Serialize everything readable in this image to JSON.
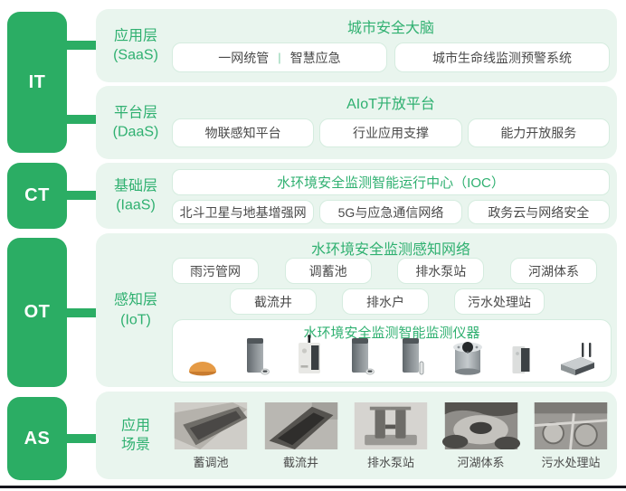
{
  "colors": {
    "accent_green": "#2bad64",
    "title_green": "#2fb070",
    "panel_bg": "#e9f5ee",
    "chip_border": "#d5ecdf",
    "chip_text": "#4a4a4a",
    "device_orange": "#e59a45"
  },
  "pillars": [
    {
      "label": "IT"
    },
    {
      "label": "CT"
    },
    {
      "label": "OT"
    },
    {
      "label": "AS"
    }
  ],
  "rows": {
    "app": {
      "layer": "应用层",
      "sub": "(SaaS)",
      "title": "城市安全大脑",
      "btn1_left": "一网统管",
      "divider": "|",
      "btn1_right": "智慧应急",
      "btn2": "城市生命线监测预警系统"
    },
    "platform": {
      "layer": "平台层",
      "sub": "(DaaS)",
      "title": "AIoT开放平台",
      "buttons": [
        "物联感知平台",
        "行业应用支撑",
        "能力开放服务"
      ]
    },
    "base": {
      "layer": "基础层",
      "sub": "(IaaS)",
      "title": "水环境安全监测智能运行中心（IOC）",
      "buttons": [
        "北斗卫星与地基增强网",
        "5G与应急通信网络",
        "政务云与网络安全"
      ]
    },
    "sensing": {
      "layer": "感知层",
      "sub": "(IoT)",
      "title": "水环境安全监测感知网络",
      "buttons_row1": [
        "雨污管网",
        "调蓄池",
        "排水泵站",
        "河湖体系"
      ],
      "buttons_row2": [
        "截流井",
        "排水户",
        "污水处理站"
      ],
      "devices_title": "水环境安全监测智能监测仪器",
      "device_icons": [
        "manhole-dome-sensor",
        "level-gauge-device",
        "water-quality-sampler",
        "level-gauge-device",
        "flow-meter-device",
        "well-liquid-level-sensor",
        "telemetry-box",
        "iot-gateway-router"
      ]
    },
    "scenes": {
      "layer_line1": "应用",
      "layer_line2": "场景",
      "items": [
        "蓄调池",
        "截流井",
        "排水泵站",
        "河湖体系",
        "污水处理站"
      ]
    }
  }
}
